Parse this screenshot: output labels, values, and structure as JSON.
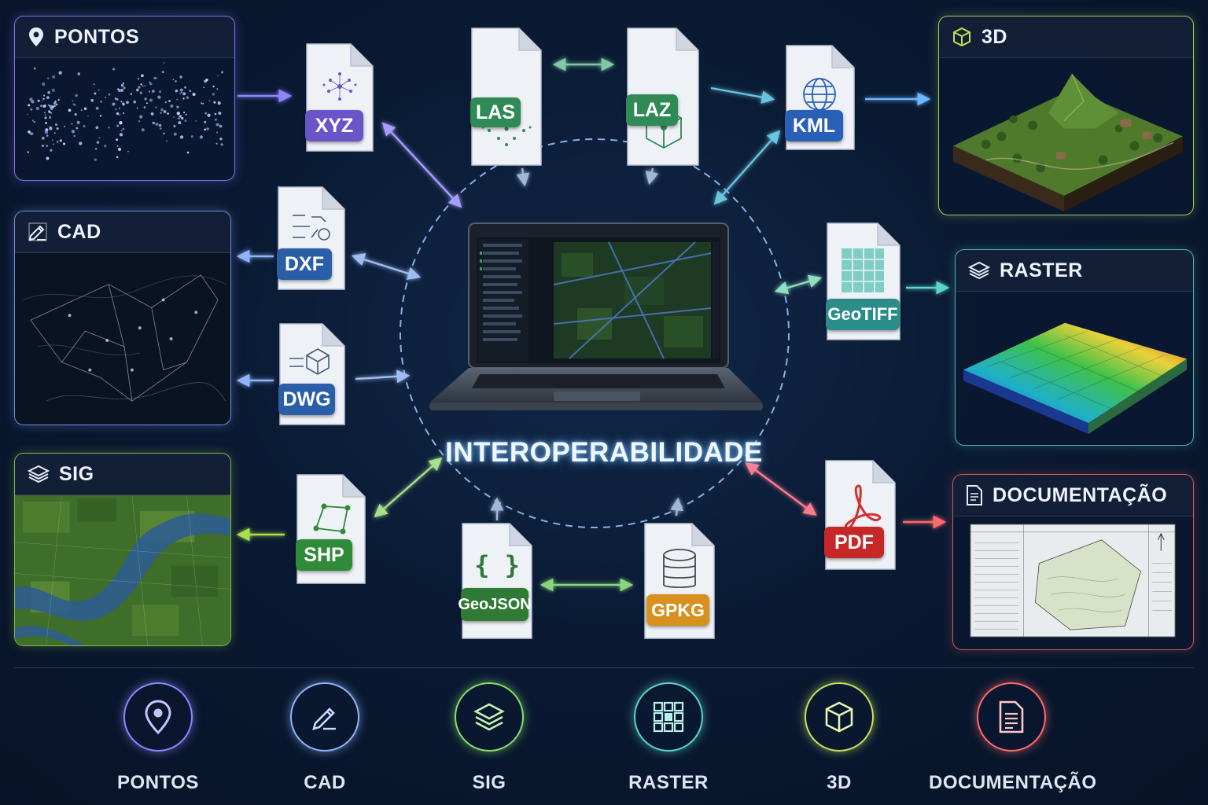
{
  "title": "INTEROPERABILIDADE",
  "colors": {
    "pontos": "#8f86ff",
    "cad": "#8fb4ff",
    "sig": "#a8e04a",
    "raster": "#59d6c8",
    "tres_d": "#b9e35a",
    "documentacao": "#ff6b6b",
    "dashed_circle": "#9ec9ff"
  },
  "panels": {
    "pontos": {
      "label": "PONTOS",
      "icon": "map-pin-icon"
    },
    "cad": {
      "label": "CAD",
      "icon": "pencil-icon"
    },
    "sig": {
      "label": "SIG",
      "icon": "layers-icon"
    },
    "tres_d": {
      "label": "3D",
      "icon": "cube-icon"
    },
    "raster": {
      "label": "RASTER",
      "icon": "layers-icon"
    },
    "documentacao": {
      "label": "DOCUMENTAÇÃO",
      "icon": "document-icon"
    }
  },
  "formats": {
    "xyz": {
      "label": "XYZ",
      "color": "#6a55c8"
    },
    "las": {
      "label": "LAS",
      "color": "#2f8a55"
    },
    "laz": {
      "label": "LAZ",
      "color": "#2f8a55"
    },
    "kml": {
      "label": "KML",
      "color": "#2a5fb8"
    },
    "dxf": {
      "label": "DXF",
      "color": "#2a5fa8"
    },
    "dwg": {
      "label": "DWG",
      "color": "#2a5fa8"
    },
    "geotiff": {
      "label": "GeoTIFF",
      "color": "#2c8c8a"
    },
    "shp": {
      "label": "SHP",
      "color": "#2f8a3a"
    },
    "geojson": {
      "label": "GeoJSON",
      "color": "#2f7a35"
    },
    "gpkg": {
      "label": "GPKG",
      "color": "#d8901e"
    },
    "pdf": {
      "label": "PDF",
      "color": "#c62828"
    }
  },
  "flow": [
    {
      "label": "PONTOS",
      "icon": "map-pin-icon",
      "color": "#8f86ff"
    },
    {
      "label": "CAD",
      "icon": "pencil-icon",
      "color": "#8fb4ff"
    },
    {
      "label": "SIG",
      "icon": "layers-icon",
      "color": "#86e06a"
    },
    {
      "label": "RASTER",
      "icon": "grid-icon",
      "color": "#59d6c8"
    },
    {
      "label": "3D",
      "icon": "cube-icon",
      "color": "#c9e35a"
    },
    {
      "label": "DOCUMENTAÇÃO",
      "icon": "document-icon",
      "color": "#ff6b6b"
    }
  ]
}
